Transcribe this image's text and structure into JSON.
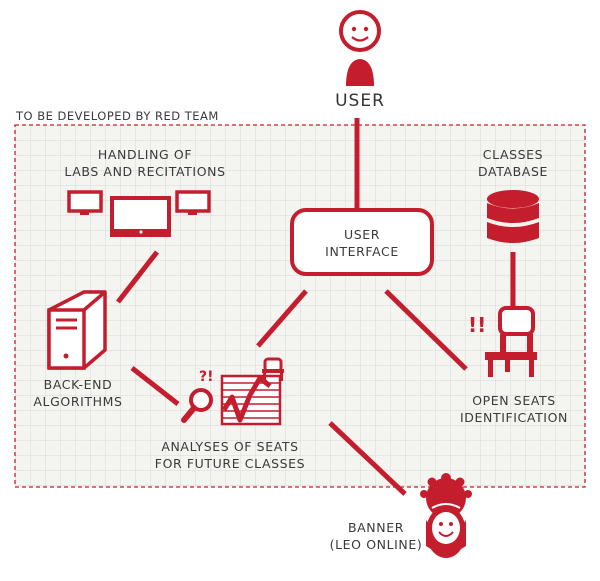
{
  "colors": {
    "accent": "#c41e2e",
    "text": "#3a3a3a",
    "grid": "#d9d9d6",
    "panel_bg": "#f4f4f1"
  },
  "nodes": {
    "user": {
      "label": "USER",
      "icon": "person-icon"
    },
    "region": {
      "label": "TO BE DEVELOPED BY RED TEAM"
    },
    "labs": {
      "label": "HANDLING OF\nLABS AND RECITATIONS",
      "icon": "monitors-icon"
    },
    "classes_db": {
      "label": "CLASSES\nDATABASE",
      "icon": "database-icon"
    },
    "user_interface": {
      "label": "USER\nINTERFACE"
    },
    "backend": {
      "label": "BACK-END\nALGORITHMS",
      "icon": "server-tower-icon"
    },
    "open_seats": {
      "label": "OPEN SEATS\nIDENTIFICATION",
      "icon": "chair-icon",
      "mark": "!!"
    },
    "analyses": {
      "label": "ANALYSES OF SEATS\nFOR FUTURE CLASSES",
      "icon": "magnifier-chart-icon",
      "mark": "?!"
    },
    "banner": {
      "label": "BANNER\n(LEO ONLINE)",
      "icon": "mascot-icon"
    }
  }
}
